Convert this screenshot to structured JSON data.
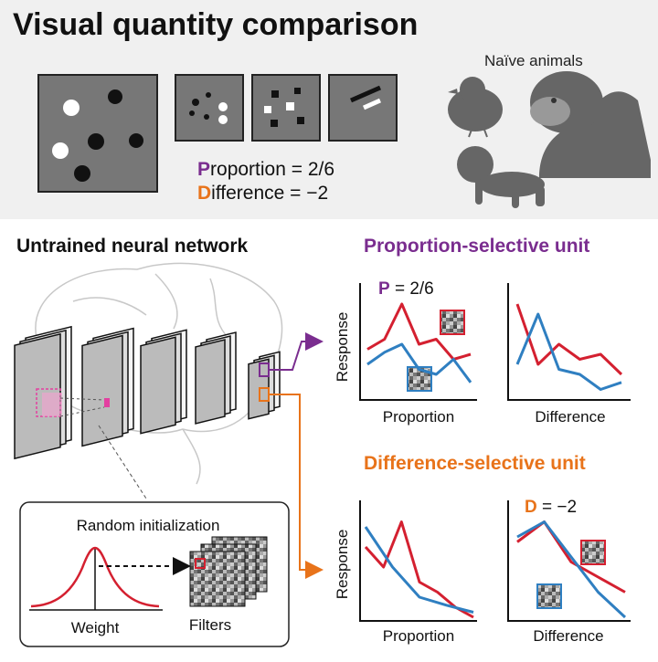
{
  "header": {
    "title": "Visual quantity comparison",
    "animals_label": "Naïve animals",
    "proportion_initial": "P",
    "proportion_rest": "roportion = 2/6",
    "difference_initial": "D",
    "difference_rest": "ifference = −2"
  },
  "network": {
    "title": "Untrained neural network",
    "random_init_label": "Random initialization",
    "weight_label": "Weight",
    "filters_label": "Filters"
  },
  "proportion_unit": {
    "title": "Proportion-selective unit",
    "annotation_letter": "P",
    "annotation_value": " = 2/6",
    "left_xlabel": "Proportion",
    "right_xlabel": "Difference",
    "ylabel": "Response"
  },
  "difference_unit": {
    "title": "Difference-selective unit",
    "annotation_letter": "D",
    "annotation_value": " = −2",
    "left_xlabel": "Proportion",
    "right_xlabel": "Difference",
    "ylabel": "Response"
  },
  "colors": {
    "proportion": "#7a2d8f",
    "difference": "#e8731a",
    "red_line": "#d42030",
    "blue_line": "#2f7fc1",
    "top_bg": "#f0f0f0",
    "stim_bg": "#777777",
    "animal": "#666666"
  },
  "chart_data": [
    {
      "type": "line",
      "panel": "proportion-unit-vs-proportion",
      "series": [
        {
          "values": [
            0.45,
            0.55,
            0.9,
            0.5,
            0.55,
            0.35,
            0.4
          ]
        },
        {
          "values": [
            0.3,
            0.42,
            0.5,
            0.25,
            0.2,
            0.35,
            0.12
          ]
        }
      ]
    },
    {
      "type": "line",
      "panel": "proportion-unit-vs-difference",
      "series": [
        {
          "values": [
            0.9,
            0.3,
            0.5,
            0.35,
            0.4,
            0.2
          ]
        },
        {
          "values": [
            0.3,
            0.8,
            0.25,
            0.2,
            0.05,
            0.12
          ]
        }
      ]
    },
    {
      "type": "line",
      "panel": "difference-unit-vs-proportion",
      "series": [
        {
          "values": [
            0.7,
            0.5,
            0.95,
            0.35,
            0.25,
            0.1,
            0.0
          ]
        },
        {
          "values": [
            0.9,
            0.5,
            0.2,
            0.12,
            0.05
          ]
        }
      ]
    },
    {
      "type": "line",
      "panel": "difference-unit-vs-difference",
      "series": [
        {
          "values": [
            0.75,
            0.95,
            0.55,
            0.4,
            0.25
          ]
        },
        {
          "values": [
            0.8,
            0.95,
            0.6,
            0.25,
            0.0
          ]
        }
      ]
    }
  ]
}
